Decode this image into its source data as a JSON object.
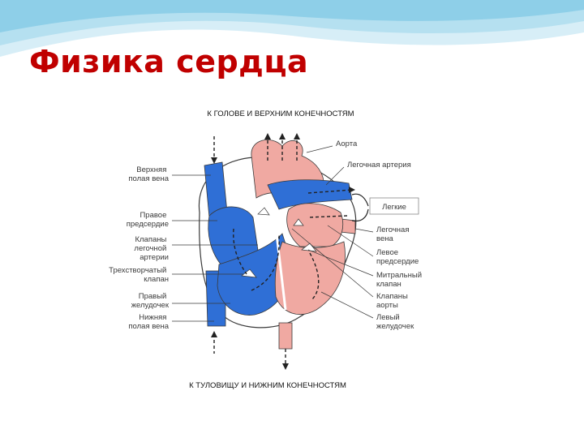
{
  "slide": {
    "title": "Физика сердца"
  },
  "diagram": {
    "top_caption": "К ГОЛОВЕ И ВЕРХНИМ КОНЕЧНОСТЯМ",
    "bottom_caption": "К ТУЛОВИЩУ И НИЖНИМ КОНЕЧНОСТЯМ",
    "left_labels": [
      {
        "lines": [
          "Верхняя",
          "полая вена"
        ]
      },
      {
        "lines": [
          "Правое",
          "предсердие"
        ]
      },
      {
        "lines": [
          "Клапаны",
          "легочной",
          "артерии"
        ]
      },
      {
        "lines": [
          "Трехстворчатый",
          "клапан"
        ]
      },
      {
        "lines": [
          "Правый",
          "желудочек"
        ]
      },
      {
        "lines": [
          "Нижняя",
          "полая вена"
        ]
      }
    ],
    "right_labels": [
      {
        "lines": [
          "Аорта"
        ]
      },
      {
        "lines": [
          "Легочная артерия"
        ]
      },
      {
        "lines": [
          "Легкие"
        ]
      },
      {
        "lines": [
          "Легочная",
          "вена"
        ]
      },
      {
        "lines": [
          "Левое",
          "предсердие"
        ]
      },
      {
        "lines": [
          "Митральный",
          "клапан"
        ]
      },
      {
        "lines": [
          "Клапаны",
          "аорты"
        ]
      },
      {
        "lines": [
          "Левый",
          "желудочек"
        ]
      }
    ],
    "colors": {
      "deoxygenated": "#2f6fd6",
      "oxygenated": "#f0a9a2",
      "outline": "#3a3a3a",
      "title": "#c00000",
      "header_wave": "#9fd6ea"
    }
  }
}
